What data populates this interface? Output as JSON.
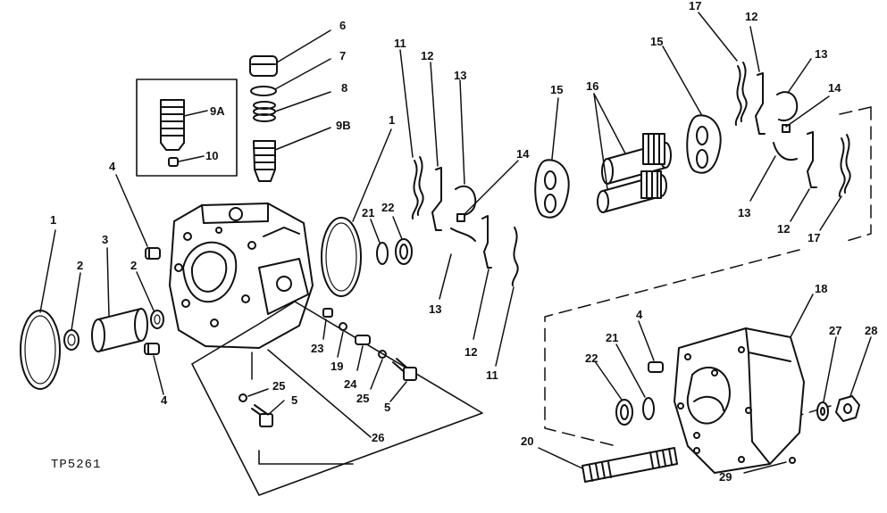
{
  "figure_id": "TP5261",
  "labels": {
    "l6": "6",
    "l7": "7",
    "l8": "8",
    "l9a": "9A",
    "l9b": "9B",
    "l10": "10",
    "l1a": "1",
    "l1b": "1",
    "l2a": "2",
    "l2b": "2",
    "l3": "3",
    "l4a": "4",
    "l4b": "4",
    "l4c": "4",
    "l11a": "11",
    "l11b": "11",
    "l12a": "12",
    "l12b": "12",
    "l12c": "12",
    "l12d": "12",
    "l13a": "13",
    "l13b": "13",
    "l13c": "13",
    "l13d": "13",
    "l14a": "14",
    "l14b": "14",
    "l15a": "15",
    "l15b": "15",
    "l16": "16",
    "l17a": "17",
    "l17b": "17",
    "l18": "18",
    "l19": "19",
    "l20": "20",
    "l21a": "21",
    "l21b": "21",
    "l22a": "22",
    "l22b": "22",
    "l23": "23",
    "l24": "24",
    "l25a": "25",
    "l25b": "25",
    "l26": "26",
    "l27": "27",
    "l28": "28",
    "l29": "29",
    "l5a": "5",
    "l5b": "5"
  }
}
